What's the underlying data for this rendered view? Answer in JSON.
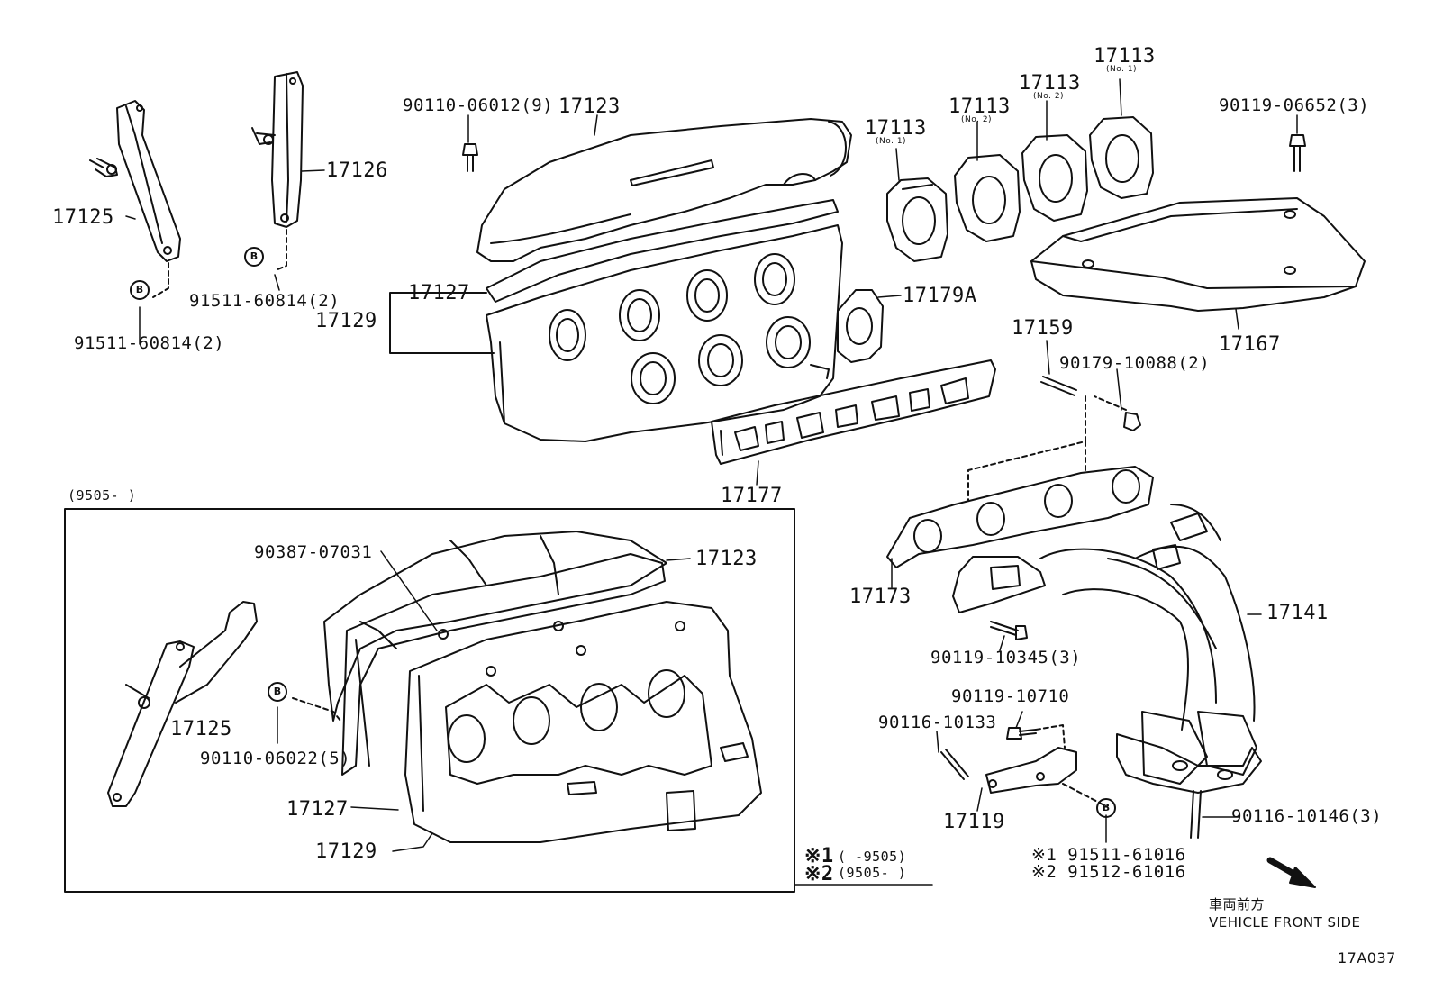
{
  "labels": {
    "p17125_top": "17125",
    "p91511_left": "91511-60814(2)",
    "p17126": "17126",
    "p91511_mid": "91511-60814(2)",
    "p90110_06012": "90110-06012(9)",
    "p17123_top": "17123",
    "p17127_top": "17127",
    "p17129_top": "17129",
    "p17113_a": "17113",
    "p17113_a_note": "(No. 1)",
    "p17113_b": "17113",
    "p17113_b_note": "(No. 2)",
    "p17113_c": "17113",
    "p17113_c_note": "(No. 2)",
    "p17113_d": "17113",
    "p17113_d_note": "(No. 1)",
    "p90119_06652": "90119-06652(3)",
    "p17179A": "17179A",
    "p17159": "17159",
    "p90179_10088": "90179-10088(2)",
    "p17167": "17167",
    "p17177": "17177",
    "p17173": "17173",
    "p17141": "17141",
    "p90119_10345": "90119-10345(3)",
    "p90119_10710": "90119-10710",
    "p90116_10133": "90116-10133",
    "p17119": "17119",
    "p90116_10146": "90116-10146(3)",
    "p91511_61016": "※1 91511-61016",
    "p91512_61016": "※2 91512-61016",
    "box_date": "(9505-     )",
    "p90387_07031": "90387-07031",
    "p17123_box": "17123",
    "p17125_box": "17125",
    "p90110_06022": "90110-06022(5)",
    "p17127_box": "17127",
    "p17129_box": "17129",
    "note1_mark": "※1",
    "note1_text": "(     -9505)",
    "note2_mark": "※2",
    "note2_text": "(9505-     )",
    "front_jp": "車両前方",
    "front_en": "VEHICLE FRONT SIDE",
    "code": "17A037",
    "b_mark": "B"
  }
}
